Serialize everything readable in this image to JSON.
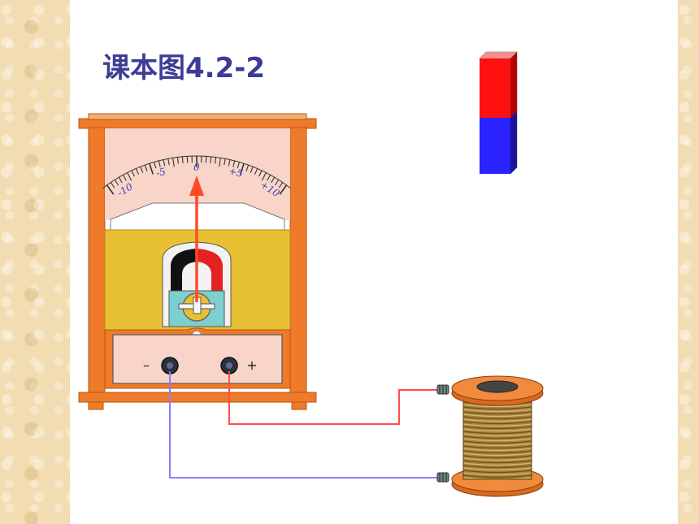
{
  "title": "课本图4.2-2",
  "meter": {
    "scale_labels": [
      "-10",
      "-5",
      "0",
      "+5",
      "+10"
    ],
    "scale_range": [
      -10,
      10
    ],
    "needle_value": 0,
    "terminal_minus": "–",
    "terminal_plus": "+"
  },
  "colors": {
    "meter_frame": "#ee7a2a",
    "meter_yellow": "#e8c033",
    "dial_face": "#f8d5c8",
    "needle": "#ff4a2a",
    "magnet_north": "#ff1111",
    "magnet_south": "#2a22ff",
    "wire_red": "#ff4c4c",
    "wire_blue": "#8a7cff",
    "coil_copper": "#a8843c"
  },
  "icons": [
    "galvanometer-icon",
    "bar-magnet-icon",
    "wire-coil-icon"
  ]
}
